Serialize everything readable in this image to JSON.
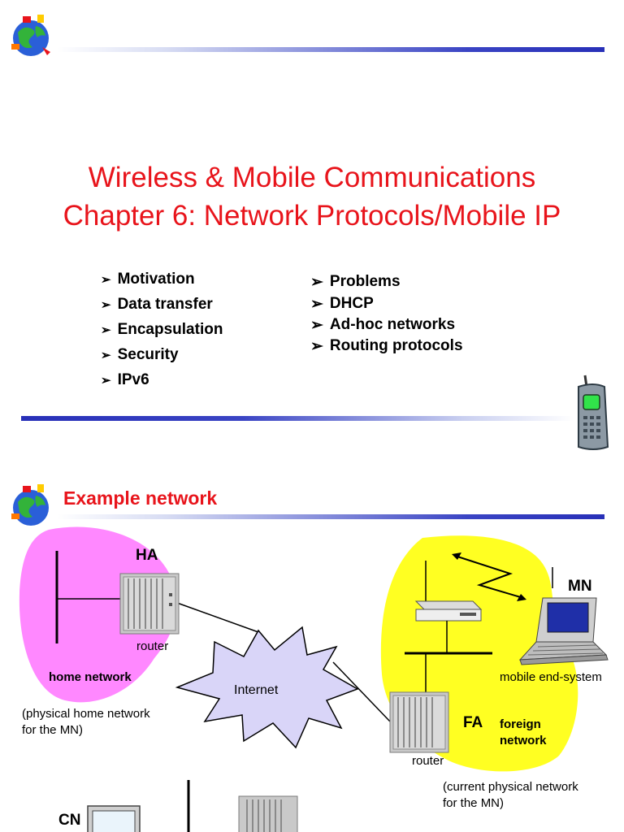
{
  "slide1": {
    "title_line1": "Wireless & Mobile Communications",
    "title_line2": "Chapter 6: Network Protocols/Mobile IP",
    "bullets_left": [
      "Motivation",
      "Data transfer",
      "Encapsulation",
      "Security",
      "IPv6"
    ],
    "bullets_right": [
      "Problems",
      "DHCP",
      "Ad-hoc networks",
      "Routing protocols"
    ],
    "bullet_glyph": "➢"
  },
  "slide2": {
    "title": "Example network",
    "labels": {
      "ha": "HA",
      "router_home": "router",
      "home_network": "home network",
      "physical_home": "(physical home network",
      "for_mn_1": "for the MN)",
      "internet": "Internet",
      "mn": "MN",
      "mobile_end_system": "mobile end-system",
      "fa": "FA",
      "foreign_line1": "foreign",
      "foreign_line2": "network",
      "router_foreign": "router",
      "current_physical": "(current physical network",
      "for_mn_2": "for the MN)",
      "cn": "CN"
    }
  },
  "colors": {
    "title_red": "#e8141b",
    "home_network_fill": "#ff88ff",
    "foreign_network_fill": "#ffff22",
    "internet_fill": "#d9d5f8",
    "rule_blue": "#2830b8"
  },
  "icons": [
    "globe-logo-icon",
    "mobile-phone-icon",
    "laptop-icon",
    "router-rack-icon",
    "switch-icon",
    "wireless-link-icon",
    "monitor-icon"
  ]
}
